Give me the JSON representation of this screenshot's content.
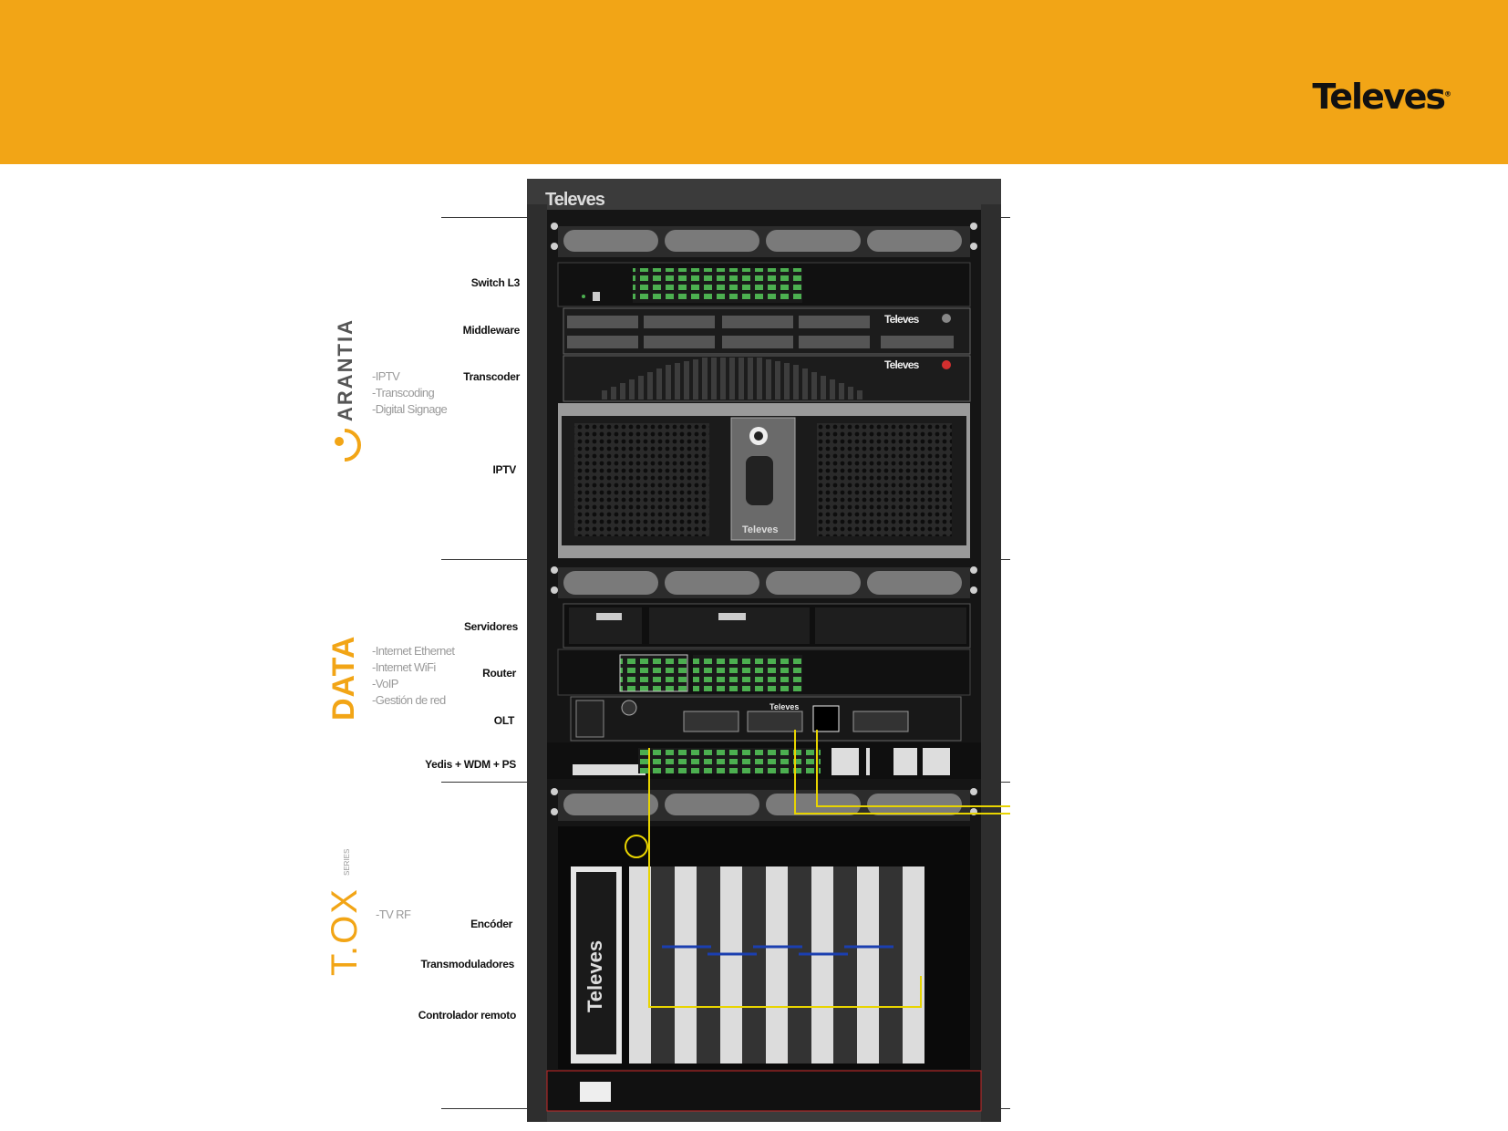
{
  "colors": {
    "accent": "#f2a516",
    "rack": "#3a3a3a",
    "cable": "#e8d400"
  },
  "brand": {
    "name": "Televes",
    "mark": "®"
  },
  "rack": {
    "top_logo": "Televes"
  },
  "labels": {
    "switch": "Switch L3",
    "middleware": "Middleware",
    "transcoder": "Transcoder",
    "iptv": "IPTV",
    "servidores": "Servidores",
    "router": "Router",
    "olt": "OLT",
    "yedis": "Yedis + WDM + PS",
    "encoder": "Encóder",
    "transmoduladores": "Transmoduladores",
    "controlador": "Controlador remoto"
  },
  "sections": {
    "arantia": {
      "logo": "ARANTIA",
      "features": [
        "-IPTV",
        "-Transcoding",
        "-Digital Signage"
      ]
    },
    "data": {
      "logo": "DATA",
      "features": [
        "-Internet Ethernet",
        "-Internet WiFi",
        "-VoIP",
        "-Gestión de red"
      ]
    },
    "tox": {
      "logo": "T.OX",
      "logo_sub": "SERIES",
      "features": [
        "-TV RF"
      ]
    }
  },
  "icons": {
    "rack-diagram": "rack-icon",
    "section-logo": "logo-icon"
  }
}
